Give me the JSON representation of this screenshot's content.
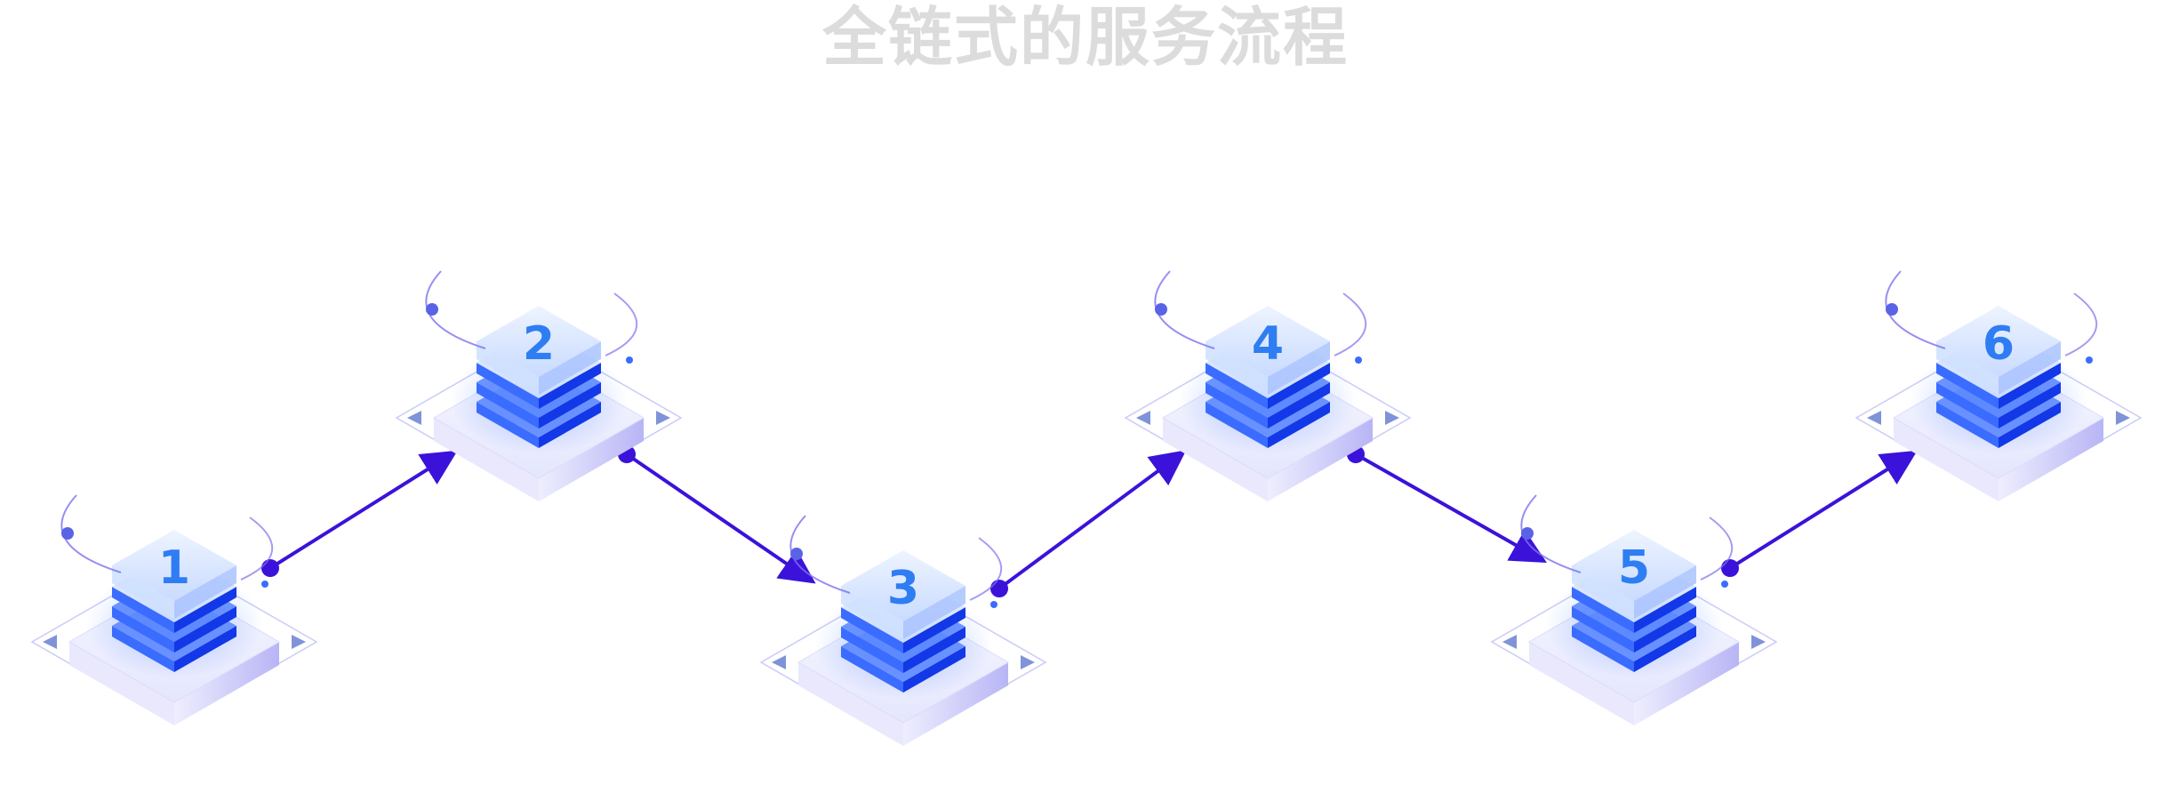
{
  "title": "全链式的服务流程",
  "steps": [
    {
      "number": "1"
    },
    {
      "number": "2"
    },
    {
      "number": "3"
    },
    {
      "number": "4"
    },
    {
      "number": "5"
    },
    {
      "number": "6"
    }
  ],
  "connectors": [
    {
      "from": "1",
      "to": "2"
    },
    {
      "from": "2",
      "to": "3"
    },
    {
      "from": "3",
      "to": "4"
    },
    {
      "from": "4",
      "to": "5"
    },
    {
      "from": "5",
      "to": "6"
    }
  ],
  "colors": {
    "title": "#dcdcdc",
    "arrow": "#3b12d9",
    "block_dark": "#1447f5",
    "block_light": "#5b8cff",
    "block_top": "#dbe7ff",
    "number": "#2f7df2",
    "platform": "#eceefe",
    "platform_edge": "#c9ccf7",
    "orbit": "#7c72ee"
  }
}
